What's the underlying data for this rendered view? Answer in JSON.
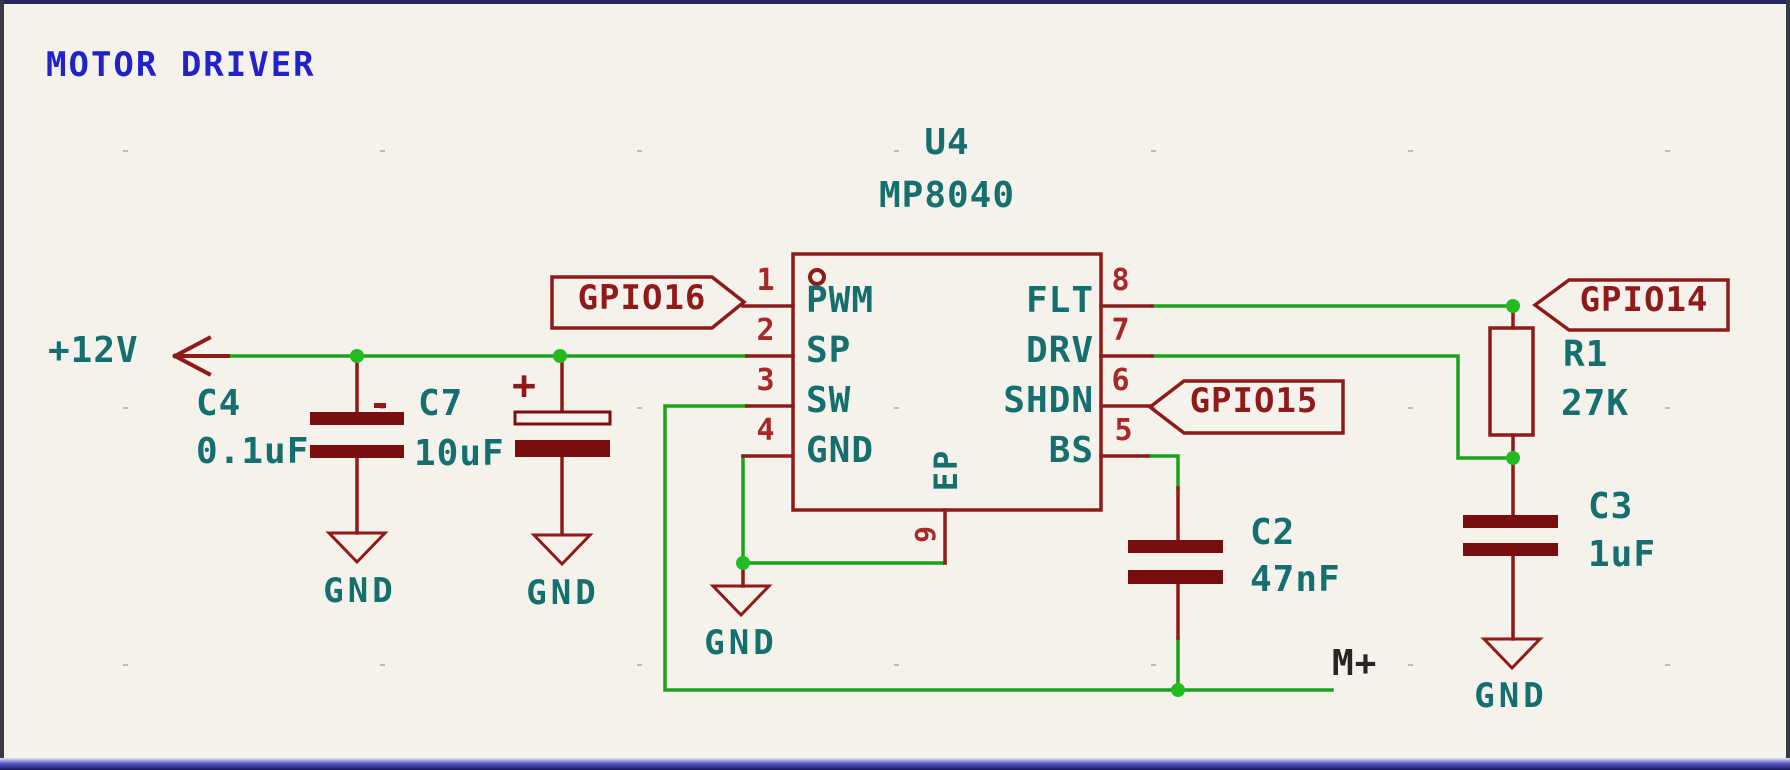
{
  "title": "MOTOR DRIVER",
  "power": {
    "rail_label": "+12V"
  },
  "ic": {
    "reference": "U4",
    "value": "MP8040",
    "pins_left": [
      {
        "number": "1",
        "name": "PWM"
      },
      {
        "number": "2",
        "name": "SP"
      },
      {
        "number": "3",
        "name": "SW"
      },
      {
        "number": "4",
        "name": "GND"
      }
    ],
    "pins_right": [
      {
        "number": "8",
        "name": "FLT"
      },
      {
        "number": "7",
        "name": "DRV"
      },
      {
        "number": "6",
        "name": "SHDN"
      },
      {
        "number": "5",
        "name": "BS"
      }
    ],
    "pin_ep": {
      "number": "9",
      "name": "EP"
    }
  },
  "net_labels": {
    "gpio16": "GPIO16",
    "gpio15": "GPIO15",
    "gpio14": "GPIO14",
    "m_plus": "M+"
  },
  "capacitors": {
    "c4": {
      "reference": "C4",
      "value": "0.1uF"
    },
    "c7": {
      "reference": "C7",
      "value": "10uF",
      "polarity_mark": "+"
    },
    "c2": {
      "reference": "C2",
      "value": "47nF"
    },
    "c3": {
      "reference": "C3",
      "value": "1uF"
    }
  },
  "resistor": {
    "r1": {
      "reference": "R1",
      "value": "27K"
    }
  },
  "ground": {
    "label": "GND"
  },
  "colors": {
    "background": "#F4F2EB",
    "wire_green": "#1AA21A",
    "junction_green": "#22BB22",
    "symbol_maroon": "#8E1A1A",
    "plate_dark_red": "#7A0D0D",
    "text_teal": "#156F6F",
    "pin_number_red": "#A82828",
    "title_blue": "#2222CC",
    "local_label_black": "#262626"
  }
}
